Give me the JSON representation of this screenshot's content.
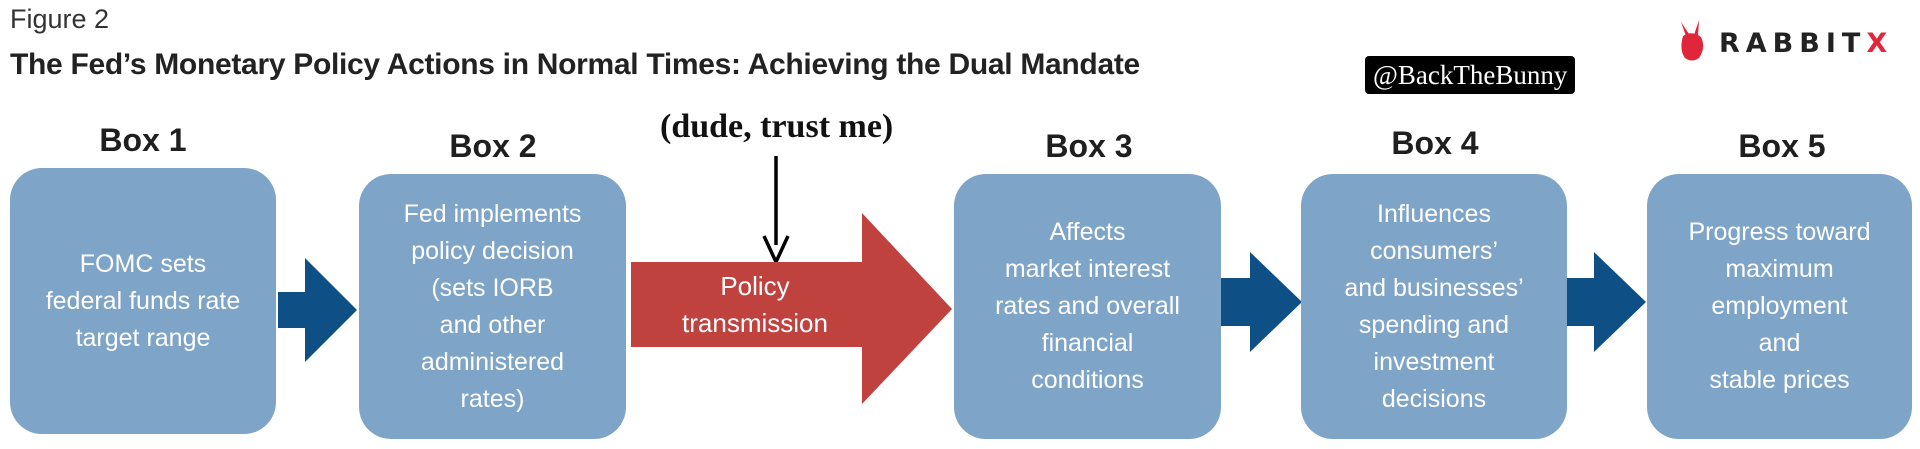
{
  "figure": {
    "label": "Figure 2",
    "title": "The Fed’s Monetary Policy Actions in Normal Times: Achieving the Dual Mandate"
  },
  "watermark": {
    "handle": "@BackTheBunny",
    "logo_text_main": "RABBIT",
    "logo_text_accent": "X",
    "logo_icon": "rabbit-icon"
  },
  "annotation": {
    "text": "(dude, trust me)"
  },
  "diagram": {
    "boxes": [
      {
        "head": "Box 1",
        "text": "FOMC sets\nfederal funds rate\ntarget range"
      },
      {
        "head": "Box 2",
        "text": "Fed implements\npolicy decision\n(sets IORB\nand other\nadministered\nrates)"
      },
      {
        "head": "Box 3",
        "text": "Affects\nmarket interest\nrates and overall\nfinancial\nconditions"
      },
      {
        "head": "Box 4",
        "text": "Influences\nconsumers’\nand businesses’\nspending and\ninvestment\ndecisions"
      },
      {
        "head": "Box 5",
        "text": "Progress toward\nmaximum\nemployment\nand\nstable prices"
      }
    ],
    "policy_arrow_text": "Policy\ntransmission",
    "colors": {
      "box": "#7ea4c8",
      "small_arrow": "#0e4f86",
      "policy_arrow": "#c0423f"
    }
  }
}
